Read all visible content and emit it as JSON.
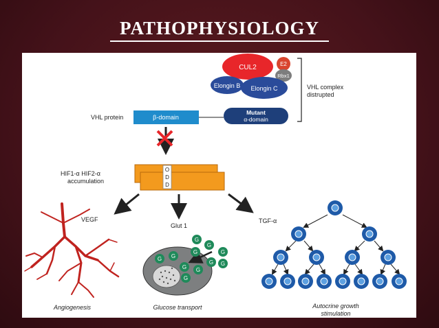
{
  "slide": {
    "title": "PATHOPHYSIOLOGY"
  },
  "diagram": {
    "complex": {
      "cul2": "CUL2",
      "e2": "E2",
      "rbx1": "Rbx1",
      "elongin_b": "Elongin B",
      "elongin_c": "Elongin C",
      "bracket_label_line1": "VHL complex",
      "bracket_label_line2": "distrupted"
    },
    "vhl": {
      "protein_label": "VHL protein",
      "beta_domain": "β-domain",
      "mutant_line1": "Mutant",
      "mutant_line2": "α-domain"
    },
    "hif": {
      "label_line1": "HIF1-α HIF2-α",
      "label_line2": "accumulation",
      "odd_letters": [
        "O",
        "D",
        "D"
      ]
    },
    "branches": {
      "vegf": "VEGF",
      "glut1": "Glut 1",
      "tgf": "TGF-α"
    },
    "glucose_letter": "G",
    "captions": {
      "angiogenesis": "Angiogenesis",
      "glucose_transport": "Glucose transport",
      "autocrine_line1": "Autocrine growth",
      "autocrine_line2": "stimulation"
    },
    "colors": {
      "background": "#4a1416",
      "cul2": "#e8262a",
      "e2": "#d9452e",
      "rbx1": "#7d7d7d",
      "elongin": "#2a4b9a",
      "beta_domain": "#1f8ccc",
      "mutant": "#1e3f7a",
      "hif": "#f39a1e",
      "vessel": "#c0231f",
      "glucose": "#1f8a5a",
      "cell": "#1e5aa8"
    }
  }
}
